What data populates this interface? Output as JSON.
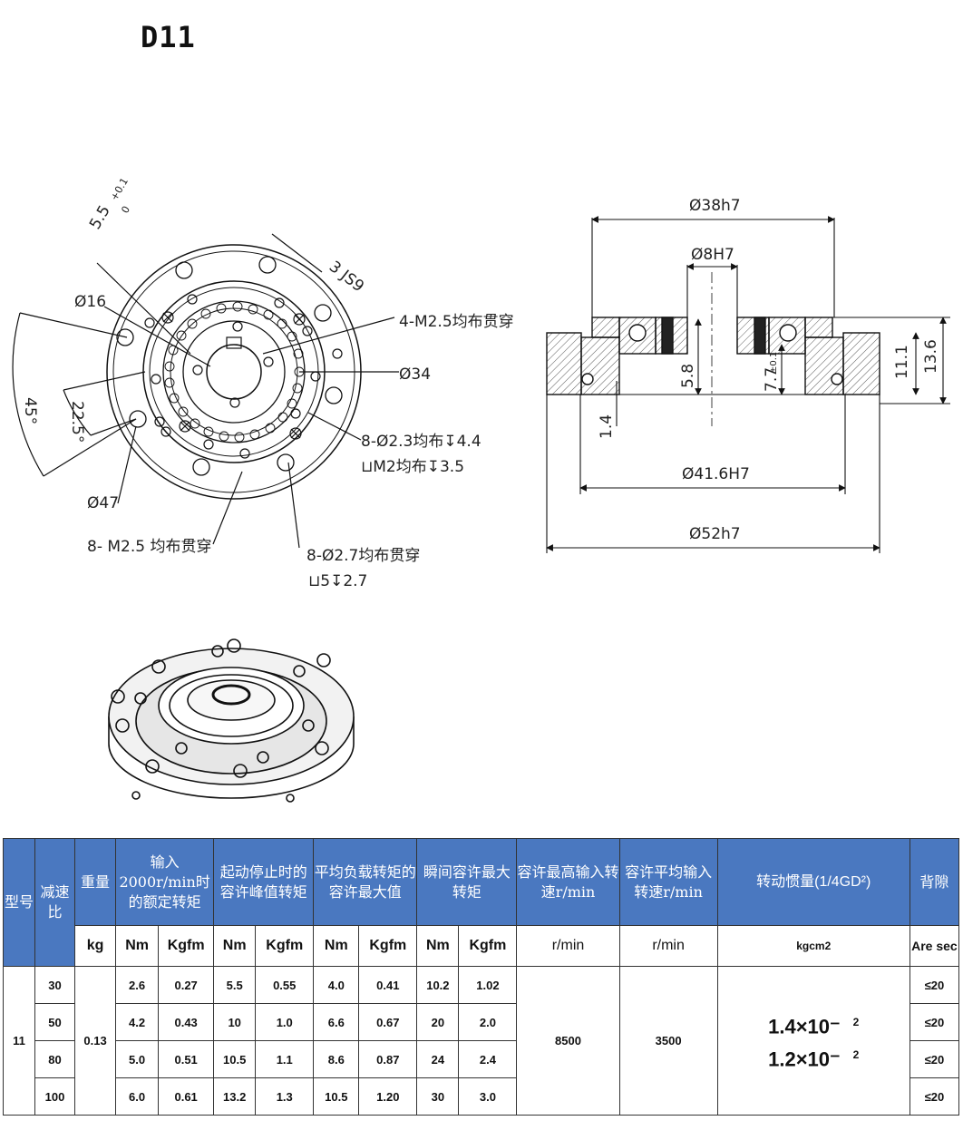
{
  "title": "D11",
  "drawing": {
    "front_labels": {
      "slot": "5.5",
      "slot_tol_plus": "+0.1",
      "slot_tol_zero": "0",
      "keyway": "3 JS9",
      "d16": "Ø16",
      "angle45": "45°",
      "angle22": "22.5°",
      "d47": "Ø47",
      "d34": "Ø34",
      "holes_m25_top": "4-M2.5均布贯穿",
      "holes_23": "8-Ø2.3均布↧4.4",
      "holes_23_sub": "⊔M2均布↧3.5",
      "holes_m25_bottom": "8- M2.5 均布贯穿",
      "holes_27": "8-Ø2.7均布贯穿",
      "holes_27_sub": "⊔5↧2.7"
    },
    "section_labels": {
      "d38": "Ø38h7",
      "d8": "Ø8H7",
      "h58": "5.8",
      "h77": "7.7",
      "h77_tol": "±0.1",
      "h111": "11.1",
      "h136": "13.6",
      "h14": "1.4",
      "d416": "Ø41.6H7",
      "d52": "Ø52h7"
    }
  },
  "table": {
    "headers": {
      "model": "型号",
      "ratio": "减速比",
      "weight": "重量",
      "rated": "输入2000r/min时的额定转矩",
      "peak": "起动停止时的容许峰值转矩",
      "avg": "平均负载转矩的容许最大值",
      "instant": "瞬间容许最大转矩",
      "max_speed": "容许最高输入转速r/min",
      "avg_speed": "容许平均输入转速r/min",
      "inertia": "转动惯量(1/4GD²)",
      "backlash": "背隙"
    },
    "units": {
      "kg": "kg",
      "nm": "Nm",
      "kgfm": "Kgfm",
      "rmin": "r/min",
      "kgcm2": "kgcm2",
      "arcsec": "Are sec"
    },
    "model": "11",
    "weight": "0.13",
    "max_speed": "8500",
    "avg_speed": "3500",
    "inertia_1": "1.4×10⁻",
    "inertia_2": "1.2×10⁻",
    "inertia_exp": "2",
    "rows": [
      {
        "ratio": "30",
        "rated_nm": "2.6",
        "rated_kgfm": "0.27",
        "peak_nm": "5.5",
        "peak_kgfm": "0.55",
        "avg_nm": "4.0",
        "avg_kgfm": "0.41",
        "inst_nm": "10.2",
        "inst_kgfm": "1.02",
        "backlash": "≤20"
      },
      {
        "ratio": "50",
        "rated_nm": "4.2",
        "rated_kgfm": "0.43",
        "peak_nm": "10",
        "peak_kgfm": "1.0",
        "avg_nm": "6.6",
        "avg_kgfm": "0.67",
        "inst_nm": "20",
        "inst_kgfm": "2.0",
        "backlash": "≤20"
      },
      {
        "ratio": "80",
        "rated_nm": "5.0",
        "rated_kgfm": "0.51",
        "peak_nm": "10.5",
        "peak_kgfm": "1.1",
        "avg_nm": "8.6",
        "avg_kgfm": "0.87",
        "inst_nm": "24",
        "inst_kgfm": "2.4",
        "backlash": "≤20"
      },
      {
        "ratio": "100",
        "rated_nm": "6.0",
        "rated_kgfm": "0.61",
        "peak_nm": "13.2",
        "peak_kgfm": "1.3",
        "avg_nm": "10.5",
        "avg_kgfm": "1.20",
        "inst_nm": "30",
        "inst_kgfm": "3.0",
        "backlash": "≤20"
      }
    ]
  }
}
